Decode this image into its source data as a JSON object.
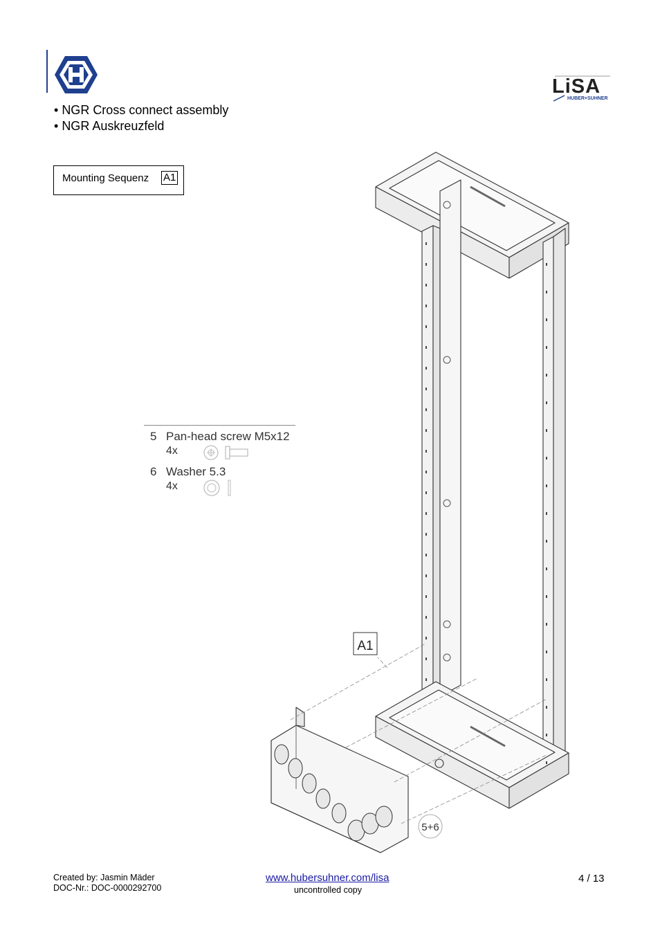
{
  "header": {
    "bullets": [
      "NGR Cross connect assembly",
      "NGR Auskreuzfeld"
    ],
    "logo_right_text": "LiSA",
    "logo_right_subtext": "HUBER+SUHNER"
  },
  "sequence": {
    "label": "Mounting Sequenz",
    "tag": "A1"
  },
  "parts": [
    {
      "number": "5",
      "name": "Pan-head screw M5x12",
      "qty": "4x"
    },
    {
      "number": "6",
      "name": "Washer 5.3",
      "qty": "4x"
    }
  ],
  "drawing": {
    "callout_a1": "A1",
    "callout_parts": "5+6"
  },
  "footer": {
    "created_by": "Created by: Jasmin Mäder",
    "doc_nr": "DOC-Nr.: DOC-0000292700",
    "link": "www.hubersuhner.com/lisa",
    "note": "uncontrolled copy",
    "page": "4 / 13"
  },
  "colors": {
    "brand_blue": "#1f3f8f",
    "link_blue": "#1a1aa6",
    "line_gray": "#333333"
  }
}
